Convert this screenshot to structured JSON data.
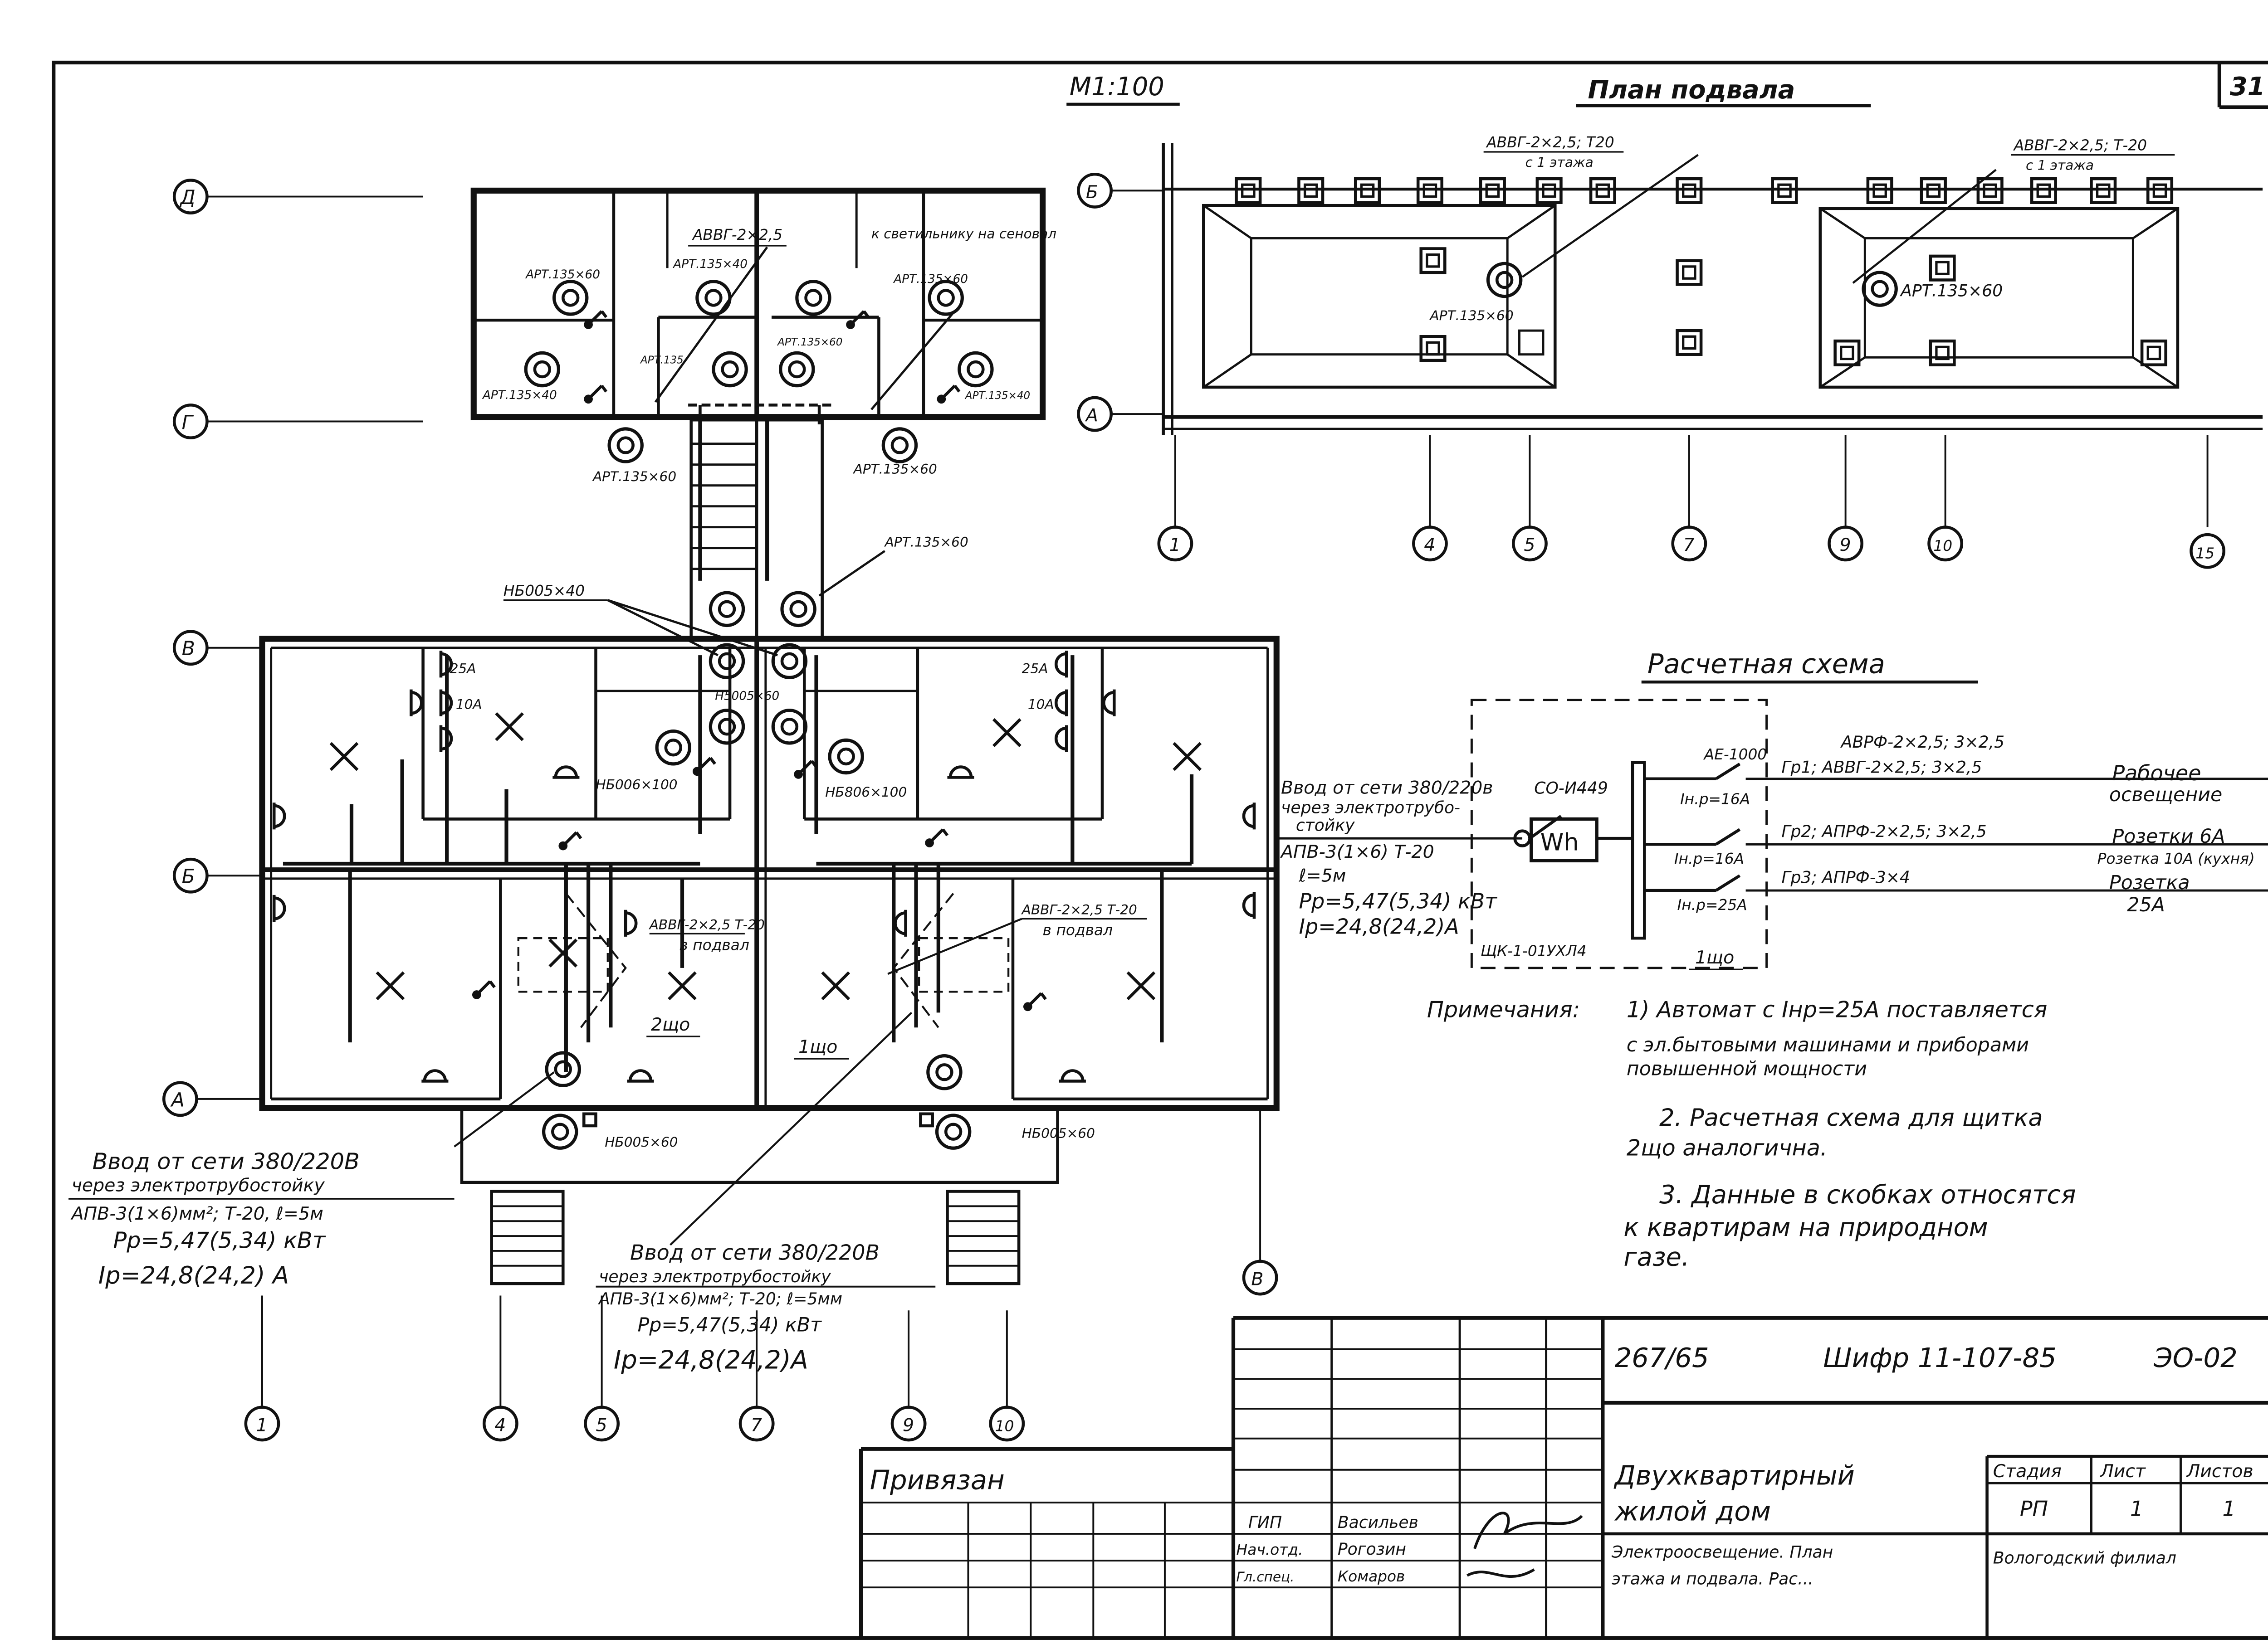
{
  "header": {
    "scale": "М1:100",
    "basement_title": "План подвала",
    "page_number": "31"
  },
  "axes": {
    "rows": [
      "Д",
      "Г",
      "В",
      "Б",
      "А"
    ],
    "columns": [
      "1",
      "4",
      "5",
      "7",
      "9",
      "10"
    ],
    "basement_rows": [
      "Б",
      "А"
    ],
    "basement_columns": [
      "1",
      "4",
      "5",
      "7",
      "9",
      "10",
      "15"
    ],
    "extra": "В"
  },
  "floor_plan": {
    "labels": {
      "cable_top": "АВВГ-2×2,5",
      "to_hayloft": "к светильнику на сеновал",
      "art_135x60": "АРТ.135×60",
      "art_135x40": "АРТ.135×40",
      "art_135_short": "АРТ.135",
      "art_135x60_alt": "АРТ.135×60",
      "nb_40": "НБ005×40",
      "nb_60_center": "Н5005×60",
      "nbo_bath_left": "НБ006×100",
      "nbo_bath_right": "НБ806×100",
      "nb_60_left": "НБ005×60",
      "nb_60_right": "НБ005×60",
      "a25": "25А",
      "a10": "10А",
      "cable_basement_left": "АВВГ-2×2,5 Т-20",
      "to_basement_left": "в подвал",
      "cable_basement_right": "АВВГ-2×2,5 Т-20",
      "to_basement_right": "в подвал",
      "panel_2": "2що",
      "panel_1": "1що"
    },
    "input_left": {
      "line1": "Ввод от сети 380/220В",
      "line2": "через электротрубостойку",
      "line3": "АПВ-3(1×6)мм²; Т-20, ℓ=5м",
      "line4": "Pр=5,47(5,34) кВт",
      "line5": "Iр=24,8(24,2) А"
    },
    "input_right": {
      "line1": "Ввод от сети 380/220В",
      "line2": "через электротрубостойку",
      "line3": "АПВ-3(1×6)мм²; Т-20; ℓ=5мм",
      "line4": "Pр=5,47(5,34) кВт",
      "line5": "Iр=24,8(24,2)А"
    }
  },
  "basement": {
    "cable_left": "АВВГ-2×2,5; Т20",
    "cable_left_sub": "с 1 этажа",
    "cable_right": "АВВГ-2×2,5; Т-20",
    "cable_right_sub": "с 1 этажа",
    "lamp_left": "АРТ.135×60",
    "lamp_right": "АРТ.135×60"
  },
  "scheme": {
    "title": "Расчетная схема",
    "input_line1": "Ввод от сети 380/220в",
    "input_line2": "через электротрубо-",
    "input_line3": "стойку",
    "meter_type": "СО-И449",
    "meter_label": "Wh",
    "cable": "АПВ-3(1×6) Т-20",
    "length": "ℓ=5м",
    "power": "Pр=5,47(5,34) кВт",
    "current": "Iр=24,8(24,2)А",
    "breaker_type": "АЕ-1000",
    "panel_cabinet": "ЩК-1-01УХЛ4",
    "panel": "1що",
    "groups": [
      {
        "name": "Гр1; АВВГ-2×2,5; 3×2,5",
        "extra": "АВРФ-2×2,5; 3×2,5",
        "rating": "Iн.р=16А",
        "load_1": "Рабочее",
        "load_2": "освещение"
      },
      {
        "name": "Гр2; АПРФ-2×2,5; 3×2,5",
        "extra": "",
        "rating": "Iн.р=16А",
        "load_1": "Розетки 6А",
        "load_2": "Розетка 10А (кухня)"
      },
      {
        "name": "Гр3; АПРФ-3×4",
        "extra": "",
        "rating": "Iн.р=25А",
        "load_1": "Розетка",
        "load_2": "25А"
      }
    ]
  },
  "notes": {
    "label": "Примечания:",
    "n1_line1": "1) Автомат с Iнр=25А поставляется",
    "n1_line2": "с эл.бытовыми машинами и приборами",
    "n1_line3": "повышенной мощности",
    "n2_line1": "2. Расчетная схема для щитка",
    "n2_line2": "2що аналогична.",
    "n3_line1": "3. Данные в скобках относятся",
    "n3_line2": "к квартирам на природном",
    "n3_line3": "газе."
  },
  "title_block": {
    "code": "267/65",
    "cipher": "Шифр 11-107-85",
    "sheet_code": "ЭО-02",
    "bound": "Привязан",
    "object_1": "Двухквартирный",
    "object_2": "жилой дом",
    "h_stage": "Стадия",
    "h_sheet": "Лист",
    "h_sheets": "Листов",
    "stage": "РП",
    "sheet": "1",
    "sheets": "1",
    "r1_role": "ГИП",
    "r1_name": "Васильев",
    "r2_role": "Нач.отд.",
    "r2_name": "Рогозин",
    "r3_role": "Гл.спец.",
    "r3_name": "Комаров",
    "drawing_1": "Электроосвещение. План",
    "drawing_2": "этажа и подвала. Рас...",
    "org_1": "Вологодский филиал"
  }
}
